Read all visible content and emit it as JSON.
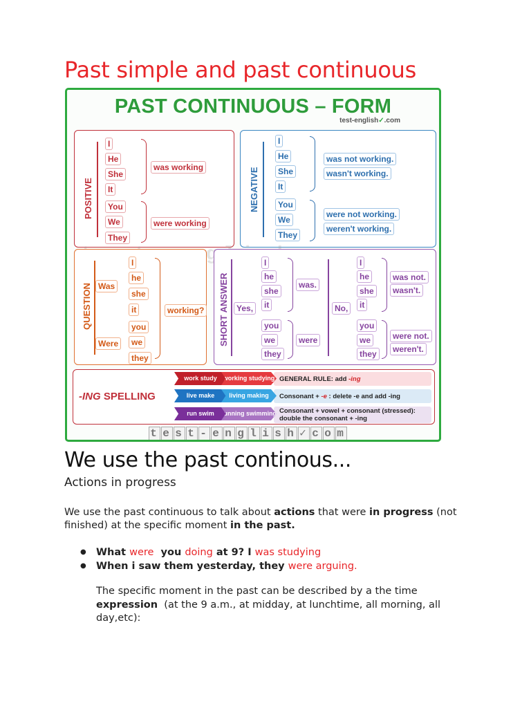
{
  "document": {
    "title": "Past simple and past continuous",
    "section_heading": "We use the past continous...",
    "subheading": "Actions in progress",
    "intro": {
      "p1": "We use the past continuous to talk about ",
      "b1": "actions",
      "p2": " that were ",
      "b2": "in progress",
      "p3": " (not finished) at the specific moment ",
      "b3": "in the past."
    },
    "bullets": [
      {
        "a": "What ",
        "r1": "were",
        "b": "  you ",
        "r2": "doing",
        "c": " at 9? I ",
        "r3": "was studying",
        "d": ""
      },
      {
        "a": "When i saw them yesterday, they ",
        "r1": "were arguing.",
        "b": "",
        "r2": "",
        "c": "",
        "r3": "",
        "d": ""
      }
    ],
    "outro": {
      "p1": "The specific moment in the past can be described by a the time ",
      "b1": "expression",
      "p2": "  (at the 9 a.m., at midday, at lunchtime, all morning, all day,etc):"
    }
  },
  "infographic": {
    "title": "PAST CONTINUOUS – FORM",
    "brand": "test-english",
    "brand_suffix": ".com",
    "watermark": "test-english.com",
    "positive": {
      "label": "POSITIVE",
      "subjects_a": [
        "I",
        "He",
        "She",
        "It"
      ],
      "verb_a": "was working",
      "subjects_b": [
        "You",
        "We",
        "They"
      ],
      "verb_b": "were working"
    },
    "negative": {
      "label": "NEGATIVE",
      "subjects_a": [
        "I",
        "He",
        "She",
        "It"
      ],
      "verb_a1": "was not working.",
      "verb_a2": "wasn't working.",
      "subjects_b": [
        "You",
        "We",
        "They"
      ],
      "verb_b1": "were not working.",
      "verb_b2": "weren't working."
    },
    "question": {
      "label": "QUESTION",
      "aux_a": "Was",
      "subjects_a": [
        "I",
        "he",
        "she",
        "it"
      ],
      "verb": "working?",
      "aux_b": "Were",
      "subjects_b": [
        "you",
        "we",
        "they"
      ]
    },
    "short_answer": {
      "label": "SHORT ANSWER",
      "yes": "Yes,",
      "no": "No,",
      "subjects_a": [
        "I",
        "he",
        "she",
        "it"
      ],
      "subjects_b": [
        "you",
        "we",
        "they"
      ],
      "yes_a": "was.",
      "yes_b": "were",
      "no_a1": "was not.",
      "no_a2": "wasn't.",
      "no_b1": "were not.",
      "no_b2": "weren't."
    },
    "spelling": {
      "label_pre": "-ING",
      "label_post": " SPELLING",
      "rows": [
        {
          "base": "work study",
          "ing": "working studying",
          "rule_a": "GENERAL RULE: add ",
          "rule_red": "-ing",
          "rule_b": ""
        },
        {
          "base": "live make",
          "ing": "living making",
          "rule_a": "Consonant + ",
          "rule_red": "-e",
          "rule_b": " : delete -e and add -ing"
        },
        {
          "base": "run swim",
          "ing": "running swimming",
          "rule_a": "Consonant + vowel + consonant (stressed):",
          "rule_red": "",
          "rule_b": "double the consonant + -ing"
        }
      ]
    },
    "footer_letters": [
      "t",
      "e",
      "s",
      "t",
      "-",
      "e",
      "n",
      "g",
      "l",
      "i",
      "s",
      "h",
      "✓",
      "c",
      "o",
      "m"
    ],
    "colors": {
      "frame": "#2eaa3f",
      "positive": "#c0303a",
      "negative": "#2d6fae",
      "question": "#d35a17",
      "short_answer": "#86449f",
      "title_red": "#e8262a"
    }
  }
}
